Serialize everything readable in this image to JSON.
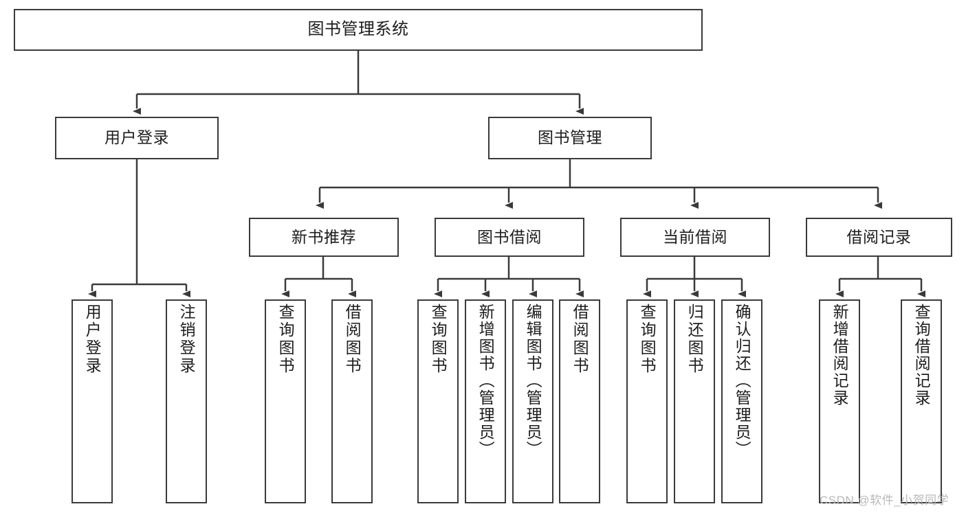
{
  "diagram": {
    "type": "tree",
    "title": "图书管理系统",
    "watermark": "CSDN @软件_小贺同学",
    "colors": {
      "background": "#ffffff",
      "stroke": "#3a3a3a",
      "text": "#1d1d1d",
      "watermark": "#b8b8b8"
    },
    "root": {
      "label": "图书管理系统"
    },
    "level2": [
      {
        "label": "用户登录"
      },
      {
        "label": "图书管理"
      }
    ],
    "level3": [
      {
        "label": "新书推荐"
      },
      {
        "label": "图书借阅"
      },
      {
        "label": "当前借阅"
      },
      {
        "label": "借阅记录"
      }
    ],
    "leaves": {
      "user_login": [
        {
          "label": "用户登录"
        },
        {
          "label": "注销登录"
        }
      ],
      "new_book": [
        {
          "label": "查询图书"
        },
        {
          "label": "借阅图书"
        }
      ],
      "borrow_book": [
        {
          "label": "查询图书"
        },
        {
          "label": "新增图书（管理员）"
        },
        {
          "label": "编辑图书（管理员）"
        },
        {
          "label": "借阅图书"
        }
      ],
      "current_borrow": [
        {
          "label": "查询图书"
        },
        {
          "label": "归还图书"
        },
        {
          "label": "确认归还（管理员）"
        }
      ],
      "borrow_record": [
        {
          "label": "新增借阅记录"
        },
        {
          "label": "查询借阅记录"
        }
      ]
    }
  }
}
